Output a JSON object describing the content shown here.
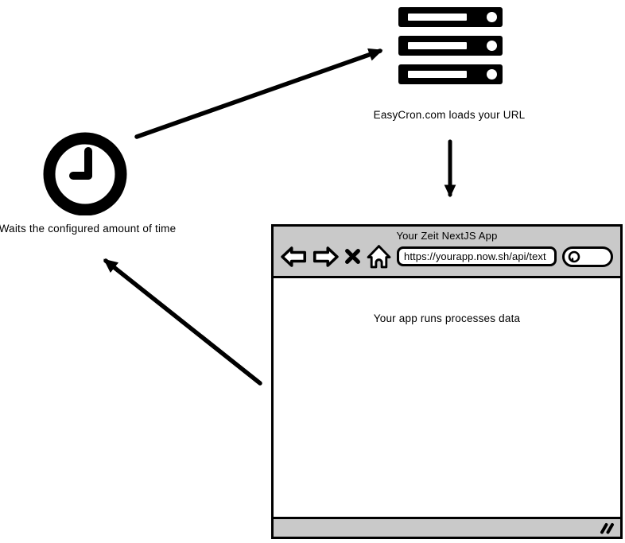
{
  "diagram": {
    "kind": "cron-flow-wireframe",
    "flow": [
      {
        "from": "clock",
        "to": "easycron-server",
        "meaning": "after waiting, EasyCron triggers"
      },
      {
        "from": "easycron-server",
        "to": "nextjs-app",
        "meaning": "EasyCron.com loads your URL"
      },
      {
        "from": "nextjs-app",
        "to": "clock",
        "meaning": "cycle repeats after app processes data"
      }
    ]
  },
  "labels": {
    "easycron": "EasyCron.com loads your URL",
    "wait": "Waits the configured amount of time"
  },
  "browser": {
    "title": "Your Zeit NextJS App",
    "url": "https://yourapp.now.sh/api/text",
    "content_text": "Your app runs processes data"
  },
  "icons": {
    "server": "server-rack",
    "clock": "clock-9-oclock",
    "back": "left-block-arrow",
    "forward": "right-block-arrow",
    "close": "bold-x",
    "home": "house-outline",
    "search": "magnifier-pill",
    "resize": "double-slash-resize-grip"
  },
  "colors": {
    "ink": "#000000",
    "chrome_gray": "#c9c9c9",
    "background": "#ffffff"
  }
}
